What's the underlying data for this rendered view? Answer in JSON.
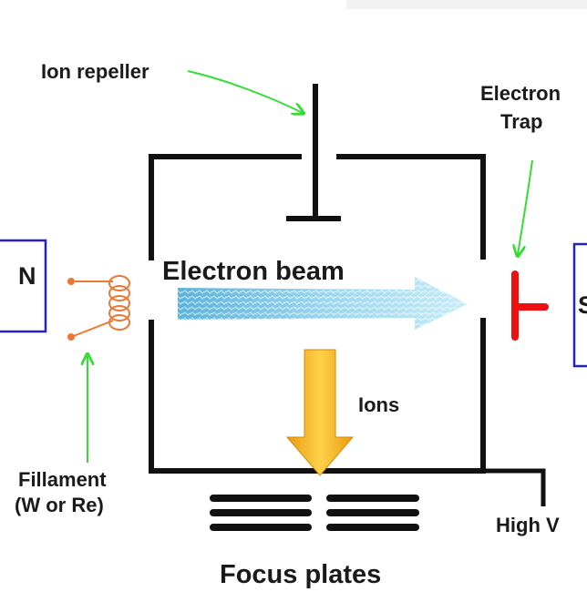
{
  "labels": {
    "ion_repeller": "Ion repeller",
    "electron_trap_line1": "Electron",
    "electron_trap_line2": "Trap",
    "electron_beam": "Electron beam",
    "ions": "Ions",
    "filament_line1": "Fillament",
    "filament_line2": "(W or Re)",
    "high_v": "High V",
    "focus_plates": "Focus plates",
    "magnet_left": "N",
    "magnet_right": "S"
  },
  "colors": {
    "chamber": "#111111",
    "pointer_arrows": "#33dd33",
    "magnet_border": "#2222cc",
    "filament": "#ee7733",
    "electron_trap": "#ee1111",
    "beam": "#7fc8e6",
    "ion_arrow": "#f2b51c"
  }
}
